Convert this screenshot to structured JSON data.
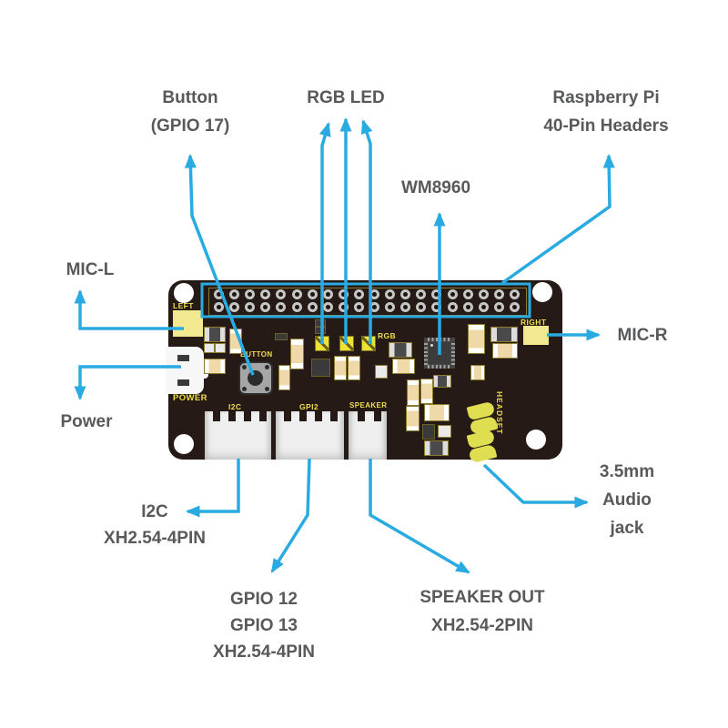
{
  "callouts": {
    "button": {
      "line1": "Button",
      "line2": "(GPIO 17)"
    },
    "rgb_led": {
      "label": "RGB LED"
    },
    "rpi_headers": {
      "line1": "Raspberry Pi",
      "line2": "40-Pin Headers"
    },
    "wm8960": {
      "label": "WM8960"
    },
    "mic_l": {
      "label": "MIC-L"
    },
    "power": {
      "label": "Power"
    },
    "mic_r": {
      "label": "MIC-R"
    },
    "audio_jack": {
      "line1": "3.5mm",
      "line2": "Audio",
      "line3": "jack"
    },
    "i2c": {
      "line1": "I2C",
      "line2": "XH2.54-4PIN"
    },
    "gpio": {
      "line1": "GPIO 12",
      "line2": "GPIO 13",
      "line3": "XH2.54-4PIN"
    },
    "speaker_out": {
      "line1": "SPEAKER OUT",
      "line2": "XH2.54-2PIN"
    }
  },
  "board": {
    "silkscreen": {
      "mic_left_pad": "LEFT",
      "mic_right_pad": "RIGHT",
      "power": "POWER",
      "button": "BUTTON",
      "rgb": "RGB",
      "headset": "HEADSET",
      "i2c_connector": "I2C",
      "gpio_connector": "GPI2",
      "speaker_connector": "SPEAKER"
    },
    "header": {
      "rows": 2,
      "cols": 20
    }
  },
  "colors": {
    "callout_blue": "#29ABE2",
    "label_gray": "#58595B",
    "board_black": "#251A15",
    "silk_yellow": "#F0DE4E",
    "pad_yellow": "#F2E88F",
    "led_yellow": "#F0E135",
    "jack_yellow": "#DFDD50"
  }
}
